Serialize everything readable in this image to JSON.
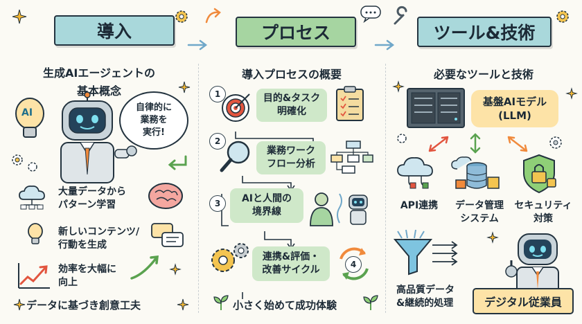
{
  "columns": {
    "left": {
      "banner": "導入",
      "subtitle_line1": "生成AIエージェントの",
      "subtitle_line2": "基本概念",
      "bubble_line1": "自律的に",
      "bubble_line2": "業務を",
      "bubble_line3": "実行!",
      "robot_chip": "AI",
      "features": [
        {
          "line1": "大量データから",
          "line2": "パターン学習",
          "icon": "cloud-network-icon",
          "side_icon": "brain-icon"
        },
        {
          "line1": "新しいコンテンツ/",
          "line2": "行動を生成",
          "icon": "lightbulb-icon",
          "side_icon": "chat-bubbles-icon"
        },
        {
          "line1": "効率を大幅に",
          "line2": "向上",
          "icon": "growth-chart-icon",
          "side_icon": "upward-arrow-icon"
        }
      ],
      "footer": "データに基づき創意工夫"
    },
    "middle": {
      "banner": "プロセス",
      "subtitle": "導入プロセスの概要",
      "steps": [
        {
          "num": "1",
          "line1": "目的&タスク",
          "line2": "明確化",
          "icon": "target-icon",
          "side_icon": "checklist-icon"
        },
        {
          "num": "2",
          "line1": "業務ワーク",
          "line2": "フロー分析",
          "icon": "magnifier-icon",
          "side_icon": "flowchart-icon"
        },
        {
          "num": "3",
          "line1": "AIと人間の",
          "line2": "境界線",
          "icon": "",
          "side_icon": "person-robot-icon"
        },
        {
          "num": "4",
          "line1": "連携&評価・",
          "line2": "改善サイクル",
          "icon": "gears-icon",
          "side_icon": "cycle-arrows-icon"
        }
      ],
      "footer": "小さく始めて成功体験"
    },
    "right": {
      "banner": "ツール&技術",
      "subtitle": "必要なツールと技術",
      "model_line1": "基盤AIモデル",
      "model_line2": "(LLM)",
      "tools": [
        {
          "line1": "API連携",
          "line2": "",
          "icon": "cloud-plug-icon"
        },
        {
          "line1": "データ管理",
          "line2": "システム",
          "icon": "database-cloud-icon"
        },
        {
          "line1": "セキュリティ",
          "line2": "対策",
          "icon": "shield-lock-icon"
        }
      ],
      "data_line1": "高品質データ",
      "data_line2": "&継続的処理",
      "footer": "デジタル従業員"
    }
  },
  "colors": {
    "teal": "#a9d8db",
    "green": "#a6d5a1",
    "light_green": "#cfe8c9",
    "yellow": "#fde3a7",
    "orange": "#f08a3c",
    "dark": "#23333f"
  }
}
